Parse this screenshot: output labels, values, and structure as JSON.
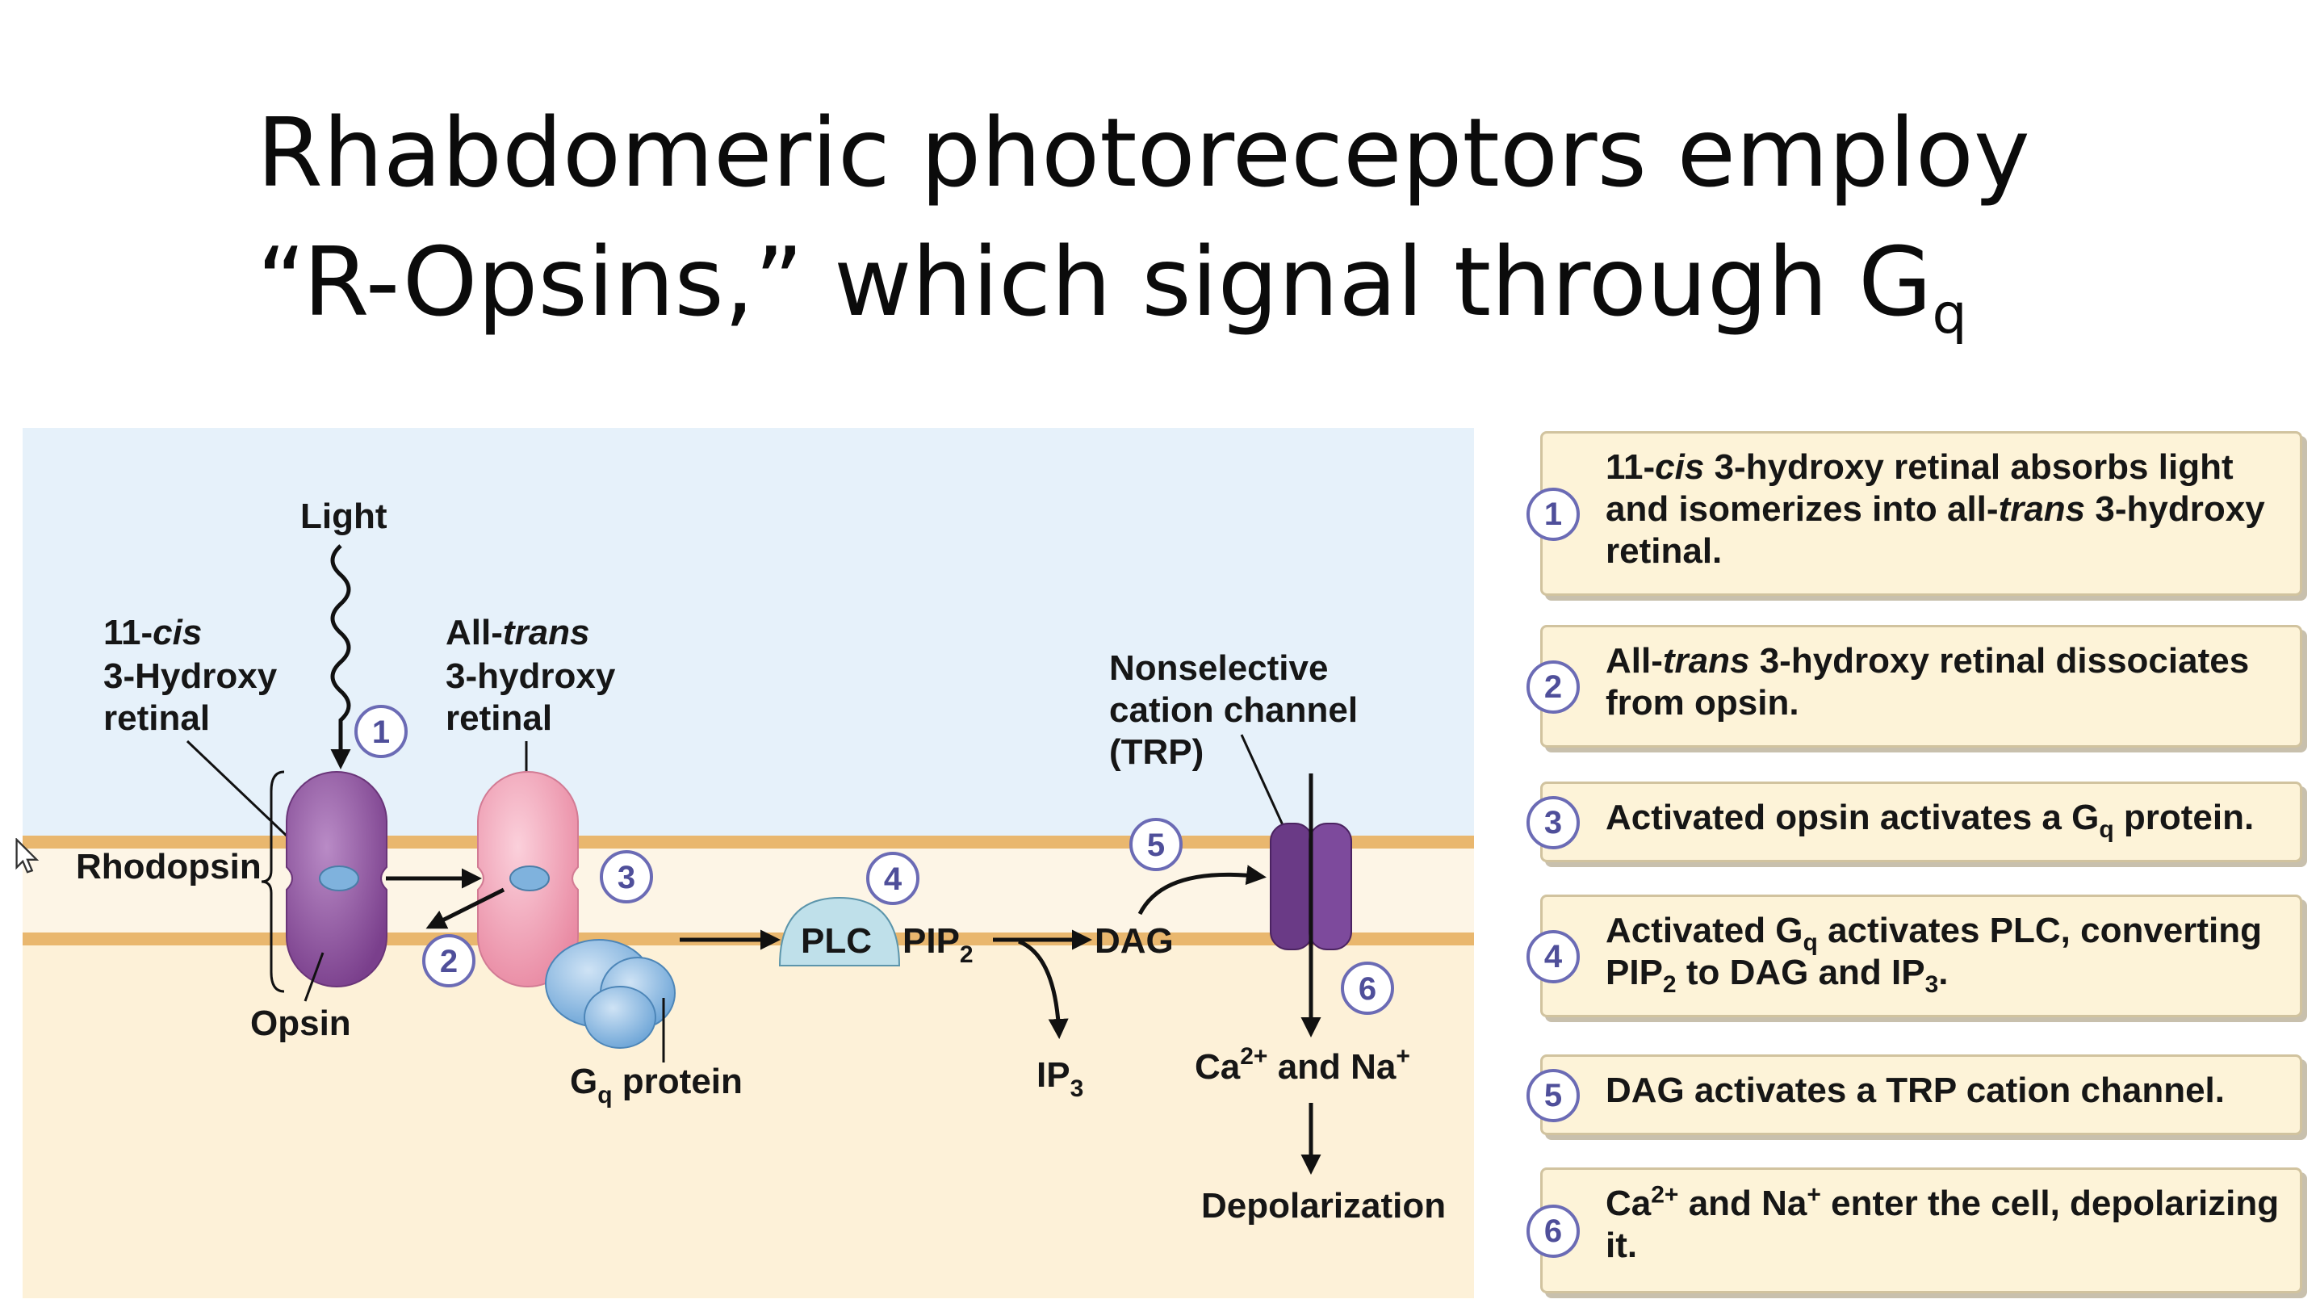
{
  "title": {
    "line1": "Rhabdomeric photoreceptors employ",
    "line2_main": "“R-Opsins,” which signal through G",
    "line2_sub": "q"
  },
  "diagram": {
    "light": "Light",
    "cis_retinal_1": "11-",
    "cis_retinal_1_italic": "cis",
    "cis_retinal_2": "3-Hydroxy",
    "cis_retinal_3": "retinal",
    "trans_retinal_1": "All-",
    "trans_retinal_1_italic": "trans",
    "trans_retinal_2": "3-hydroxy",
    "trans_retinal_3": "retinal",
    "rhodopsin": "Rhodopsin",
    "opsin": "Opsin",
    "gq_main": "G",
    "gq_sub": "q",
    "gq_rest": " protein",
    "plc": "PLC",
    "pip_main": "PIP",
    "pip_sub": "2",
    "dag": "DAG",
    "ip_main": "IP",
    "ip_sub": "3",
    "channel_1": "Nonselective",
    "channel_2": "cation channel",
    "channel_3": "(TRP)",
    "ions_ca": "Ca",
    "ions_ca_sup": "2+",
    "ions_and": " and Na",
    "ions_na_sup": "+",
    "depolarization": "Depolarization",
    "steps": [
      "1",
      "2",
      "3",
      "4",
      "5",
      "6"
    ]
  },
  "step_boxes": [
    {
      "number": "1",
      "p1": "11-",
      "i1": "cis",
      "p2": " 3-hydroxy retinal absorbs light and isomerizes into all-",
      "i2": "trans",
      "p3": " 3-hydroxy retinal."
    },
    {
      "number": "2",
      "p1": "All-",
      "i1": "trans",
      "p2": " 3-hydroxy retinal dissociates from opsin."
    },
    {
      "number": "3",
      "p1": "Activated opsin activates a G",
      "s1": "q",
      "p2": " protein."
    },
    {
      "number": "4",
      "p1": "Activated G",
      "s1": "q",
      "p2": " activates PLC, converting PIP",
      "s2": "2",
      "p3": " to DAG and IP",
      "s3": "3",
      "p4": "."
    },
    {
      "number": "5",
      "p1": "DAG activates a TRP cation channel."
    },
    {
      "number": "6",
      "p1": "Ca",
      "sup1": "2+",
      "p2": " and Na",
      "sup2": "+",
      "p3": " enter the cell, depolarizing it."
    }
  ],
  "colors": {
    "extracellular": "#e6f1fa",
    "cytoplasm": "#fdf1d8",
    "membrane": "#e9b76e",
    "rhodopsin": "#8c4f9c",
    "activated_opsin": "#f0a3b8",
    "gq_protein": "#7fb2dd",
    "plc": "#bfe0ea",
    "trp_channel": "#6a3a86",
    "step_circle": "#6b6bb5"
  }
}
